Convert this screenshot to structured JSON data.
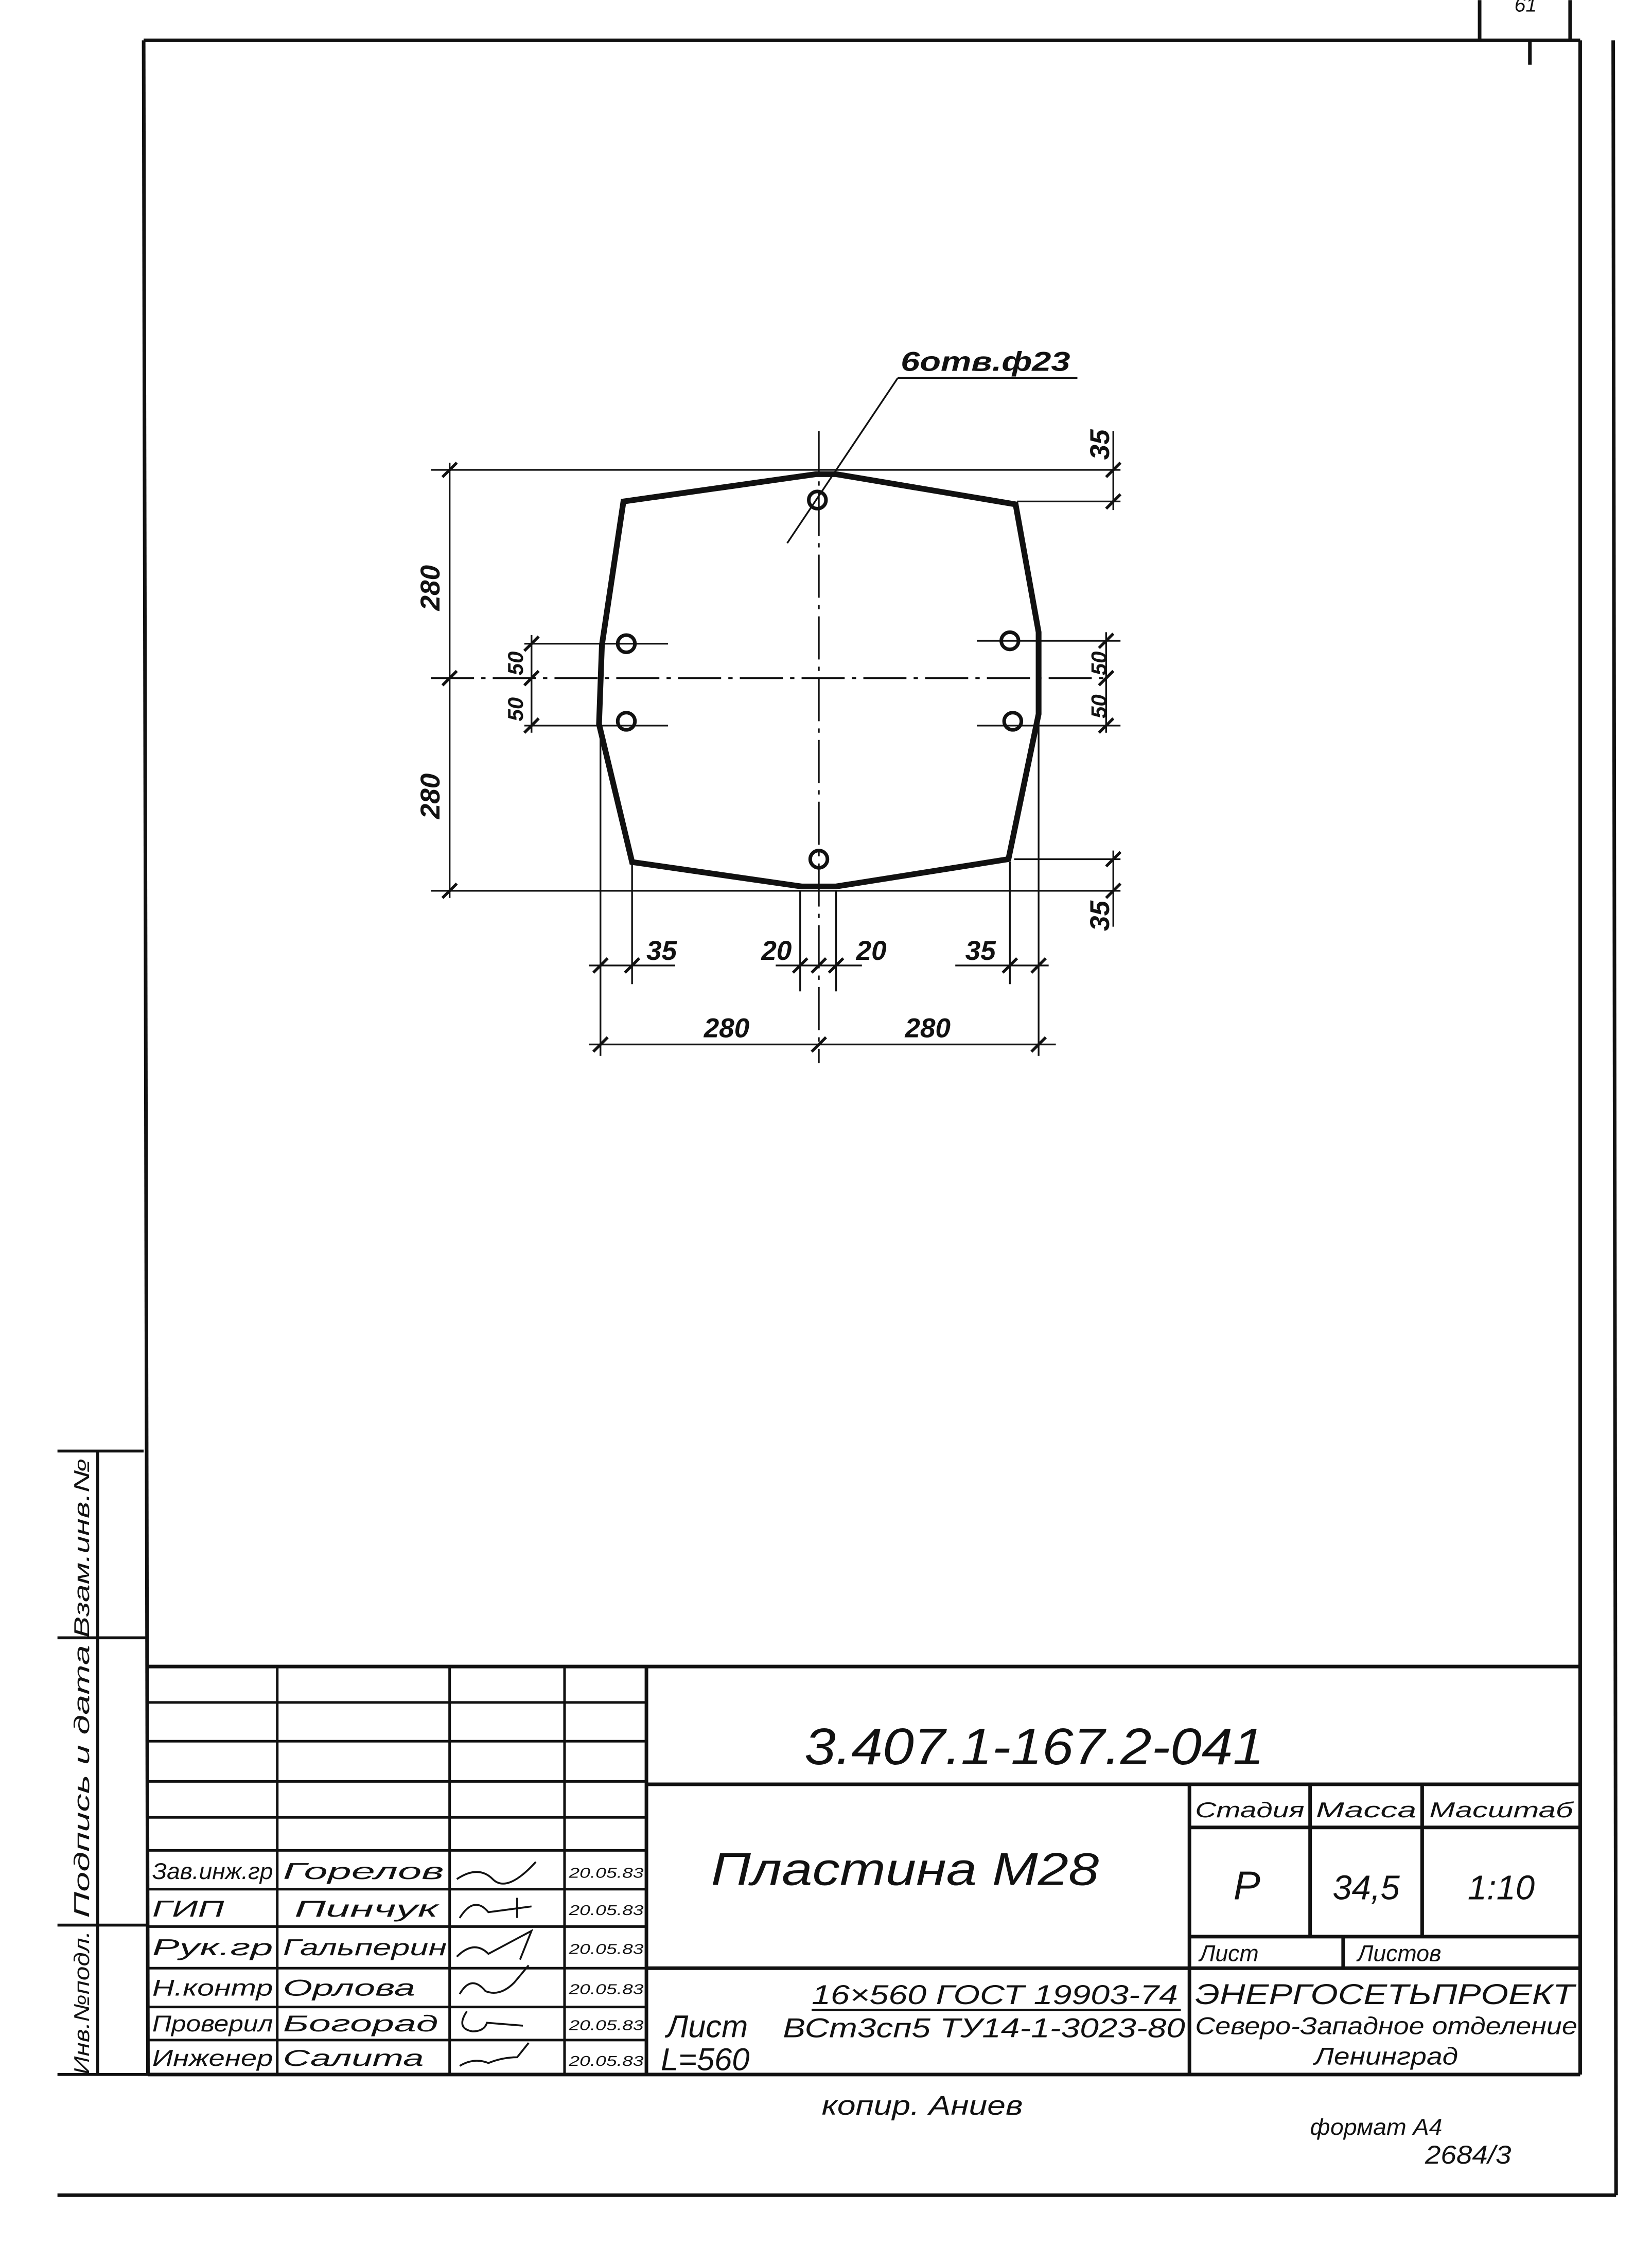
{
  "page_number": "61",
  "drawing": {
    "callout": "6отв.ф23",
    "dims": {
      "left_top": "280",
      "left_bottom": "280",
      "left_50_top": "50",
      "left_50_bottom": "50",
      "right_50_top": "50",
      "right_50_bottom": "50",
      "right_top_35": "35",
      "right_bottom_35": "35",
      "bottom_35_left": "35",
      "bottom_20_left": "20",
      "bottom_20_right": "20",
      "bottom_35_right": "35",
      "bottom_280_left": "280",
      "bottom_280_right": "280"
    }
  },
  "side_strip": {
    "vzam": "Взам.инв.№",
    "podpis": "Подпись и дата",
    "inv": "Инв.№подл."
  },
  "title_block": {
    "code": "3.407.1-167.2-041",
    "name": "Пластина М28",
    "stage_label": "Стадия",
    "mass_label": "Масса",
    "scale_label": "Масштаб",
    "stage": "Р",
    "mass": "34,5",
    "scale": "1:10",
    "sheet_label": "Лист",
    "sheets_label": "Листов",
    "material_1": "16×560 ГОСТ 19903-74",
    "material_2": "ВСт3сп5 ТУ14-1-3023-80",
    "list_label": "Лист",
    "length": "L=560",
    "org_1": "ЭНЕРГОСЕТЬПРОЕКТ",
    "org_2": "Северо-Западное отделение",
    "org_3": "Ленинград",
    "signers": [
      {
        "role": "Зав.инж.гр",
        "name": "Горелов",
        "date": "20.05.83"
      },
      {
        "role": "ГИП",
        "name": "Пинчук",
        "date": "20.05.83"
      },
      {
        "role": "Рук.гр",
        "name": "Гальперин",
        "date": "20.05.83"
      },
      {
        "role": "Н.контр",
        "name": "Орлова",
        "date": "20.05.83"
      },
      {
        "role": "Проверил",
        "name": "Богорад",
        "date": "20.05.83"
      },
      {
        "role": "Инженер",
        "name": "Салита",
        "date": "20.05.83"
      }
    ]
  },
  "footer": {
    "copied": "копир. Аниев",
    "format": "формат А4",
    "archive": "2684/3"
  }
}
